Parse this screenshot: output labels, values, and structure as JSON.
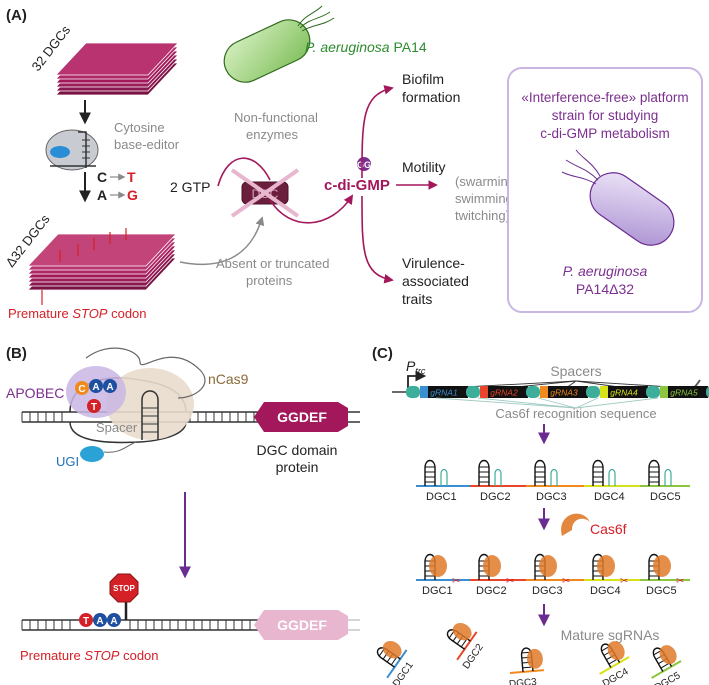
{
  "colors": {
    "magenta": "#a3175b",
    "purple": "#7b2f8e",
    "red": "#d42027",
    "green": "#2e8b2e",
    "gray": "#8a8a8a",
    "blue": "#1f6fb5",
    "lightpurple": "#c9b6e4",
    "lightgreen": "#a8d48a",
    "pink": "#e8b6cf",
    "orange": "#e07a2a",
    "beige": "#e8dccb"
  },
  "panelA": {
    "label": "(A)",
    "dgc_stack": "32 DGCs",
    "organism_genus": "P. aeruginosa",
    "organism_strain": "PA14",
    "base_editor_line1": "Cytosine",
    "base_editor_line2": "base-editor",
    "conv1_from": "C",
    "conv1_to": "T",
    "conv2_from": "A",
    "conv2_to": "G",
    "delta_stack": "Δ32 DGCs",
    "premature_pre": "Premature ",
    "premature_stop": "STOP",
    "premature_post": " codon",
    "nonfunc_line1": "Non-functional",
    "nonfunc_line2": "enzymes",
    "gtp": "2 GTP",
    "dgc_box": "DGC",
    "cdigmp": "c-di-GMP",
    "gg_badge": "GG",
    "absent_line1": "Absent or truncated",
    "absent_line2": "proteins",
    "biofilm_line1": "Biofilm",
    "biofilm_line2": "formation",
    "motility": "Motility",
    "motility_detail1": "(swarming,",
    "motility_detail2": "swimming,",
    "motility_detail3": "twitching)",
    "virulence_line1": "Virulence-",
    "virulence_line2": "associated",
    "virulence_line3": "traits",
    "platform_line1": "«Interference-free» platform",
    "platform_line2": "strain for studying",
    "platform_line3": "c-di-GMP metabolism",
    "platform_genus": "P. aeruginosa",
    "platform_strain": "PA14Δ32"
  },
  "panelB": {
    "label": "(B)",
    "apobec": "APOBEC",
    "ncas9": "nCas9",
    "spacer": "Spacer",
    "ugi": "UGI",
    "ggdef": "GGDEF",
    "dgc_protein_line1": "DGC domain",
    "dgc_protein_line2": "protein",
    "nt_c": "C",
    "nt_a1": "A",
    "nt_a2": "A",
    "nt_t": "T",
    "stop_sign": "STOP",
    "nt2_t": "T",
    "nt2_a1": "A",
    "nt2_a2": "A",
    "ggdef_truncated": "GGDEF",
    "premature_pre": "Premature ",
    "premature_stop": "STOP",
    "premature_post": " codon"
  },
  "panelC": {
    "label": "(C)",
    "ptrc_main": "P",
    "ptrc_sub": "trc",
    "spacers": "Spacers",
    "grnas": [
      "gRNA1",
      "gRNA2",
      "gRNA3",
      "gRNA4",
      "gRNA5"
    ],
    "grna_colors": [
      "#3b8fd0",
      "#e8452a",
      "#f08a1c",
      "#d7e21a",
      "#8cc63f"
    ],
    "cas6f_recognition": "Cas6f recognition sequence",
    "dgc_labels_row1": [
      "DGC1",
      "DGC2",
      "DGC3",
      "DGC4",
      "DGC5"
    ],
    "cas6f": "Cas6f",
    "dgc_labels_row2": [
      "DGC1",
      "DGC2",
      "DGC3",
      "DGC4",
      "DGC5"
    ],
    "mature": "Mature sgRNAs",
    "mature_labels": [
      "DGC1",
      "DGC2",
      "DGC3",
      "DGC4",
      "DGC5"
    ]
  }
}
